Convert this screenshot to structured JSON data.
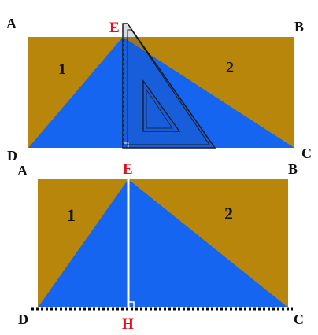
{
  "colors": {
    "rect_fill": "#b8860b",
    "triangle_fill": "#1565f0",
    "label_dark": "#111111",
    "label_red": "#e0101e",
    "altitude_line": "#ffffff",
    "set_square": "#1a1a1a",
    "baseline_dots": "#000000"
  },
  "top_figure": {
    "vertices": {
      "A": "A",
      "B": "B",
      "C": "C",
      "D": "D",
      "E": "E"
    },
    "regions": {
      "left": "1",
      "right": "2"
    },
    "tool": "set-square"
  },
  "bottom_figure": {
    "vertices": {
      "A": "A",
      "B": "B",
      "C": "C",
      "D": "D",
      "E": "E",
      "H": "H"
    },
    "regions": {
      "left": "1",
      "right": "2"
    }
  }
}
